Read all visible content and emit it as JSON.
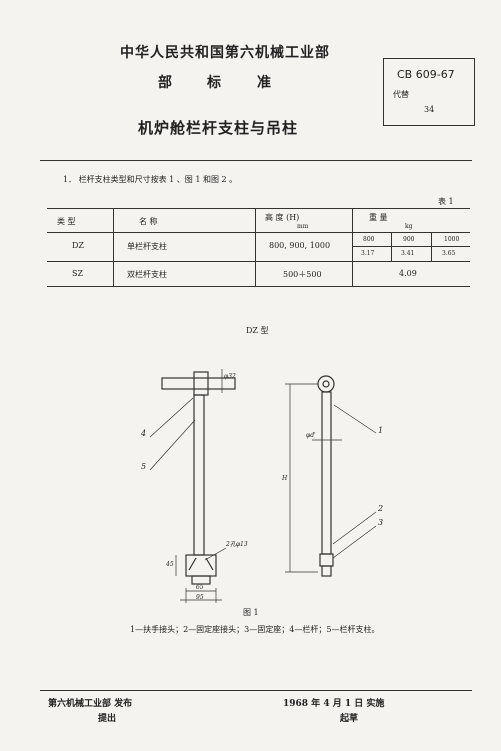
{
  "header": {
    "ministry": "中华人民共和国第六机械工业部",
    "dept_chars": [
      "部",
      "标",
      "准"
    ],
    "doc_title": "机炉舱栏杆支柱与吊柱"
  },
  "std_box": {
    "code": "CB 609-67",
    "replace_label": "代替",
    "replace_num": "34"
  },
  "section": {
    "item1": "1．  栏杆支柱类型和尺寸按表 1 、图 1 和图 2 。",
    "table_label": "表 1"
  },
  "table": {
    "headers": {
      "type": "类      型",
      "name": "名                称",
      "height": "高    度    (H)",
      "height_unit": "mm",
      "weight": "重                    量",
      "weight_unit": "kg"
    },
    "rows": [
      {
        "type": "DZ",
        "name": "单栏杆支柱",
        "heights": "800, 900, 1000",
        "h_vals": [
          "800",
          "900",
          "1000"
        ],
        "w_vals": [
          "3.17",
          "3.41",
          "3.65"
        ]
      },
      {
        "type": "SZ",
        "name": "双栏杆支柱",
        "heights": "500＋500",
        "weight": "4.09"
      }
    ]
  },
  "figure": {
    "label": "DZ  型",
    "caption": "图    1",
    "legend": "1—扶手接头；2—固定座接头；3—固定座；4—栏杆；5—栏杆支柱。",
    "callouts": [
      "4",
      "5",
      "1",
      "2",
      "3"
    ],
    "dim_hole": "2孔φ13",
    "dim_65": "65",
    "dim_95": "95",
    "dim_h": "H",
    "dim_d1": "φd'",
    "dim_45": "45",
    "dim_32": "φ32"
  },
  "footer": {
    "publisher": "第六机械工业部 发布",
    "proposer": "提出",
    "date": "1968 年 4 月 1 日  实施",
    "drafter": "起草"
  }
}
